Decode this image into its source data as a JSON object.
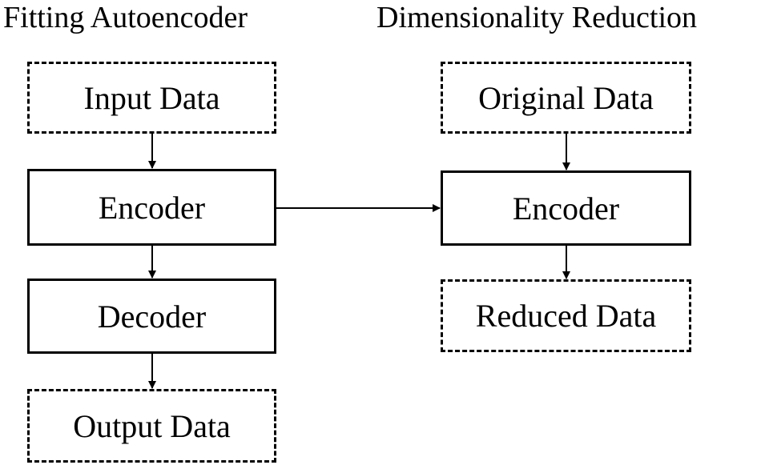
{
  "headings": {
    "left": "Fitting Autoencoder",
    "right": "Dimensionality Reduction"
  },
  "left_column": {
    "input": "Input Data",
    "encoder": "Encoder",
    "decoder": "Decoder",
    "output": "Output Data"
  },
  "right_column": {
    "original": "Original Data",
    "encoder": "Encoder",
    "reduced": "Reduced Data"
  },
  "colors": {
    "stroke": "#000000",
    "background": "#ffffff"
  }
}
